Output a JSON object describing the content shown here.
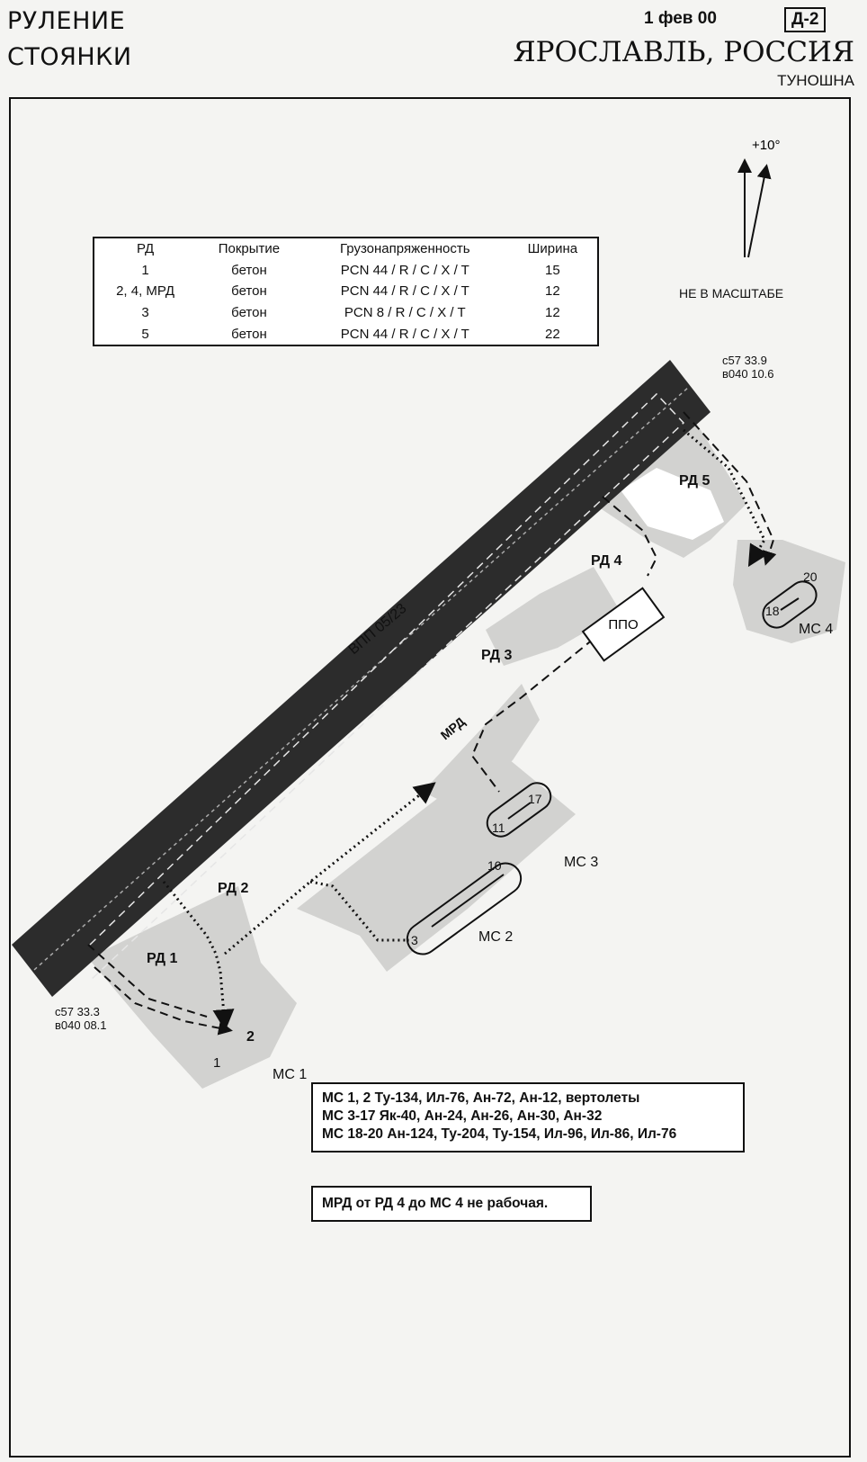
{
  "header": {
    "title_line1": "РУЛЕНИЕ",
    "title_line2": "СТОЯНКИ",
    "date": "1 фев 00",
    "chart_code": "Д-2",
    "city": "ЯРОСЛАВЛЬ, РОССИЯ",
    "airport": "ТУНОШНА"
  },
  "table": {
    "headers": [
      "РД",
      "Покрытие",
      "Грузонапряженность",
      "Ширина"
    ],
    "rows": [
      [
        "1",
        "бетон",
        "PCN 44 / R / C / X / T",
        "15"
      ],
      [
        "2, 4, МРД",
        "бетон",
        "PCN 44 / R / C / X / T",
        "12"
      ],
      [
        "3",
        "бетон",
        "PCN 8 / R / C / X / T",
        "12"
      ],
      [
        "5",
        "бетон",
        "PCN 44 / R / C / X / T",
        "22"
      ]
    ]
  },
  "north": {
    "variation": "+10°"
  },
  "scale_note": "НЕ В МАСШТАБЕ",
  "coords": {
    "ne_lat": "с57 33.9",
    "ne_lon": "в040 10.6",
    "sw_lat": "с57 33.3",
    "sw_lon": "в040 08.1"
  },
  "map": {
    "runway": "ВПП 05/23",
    "taxiways": [
      "РД 1",
      "РД 2",
      "РД 3",
      "РД 4",
      "РД 5",
      "МРД"
    ],
    "ppo": "ППО",
    "aprons": [
      "МС 1",
      "МС 2",
      "МС 3",
      "МС 4"
    ],
    "stands": [
      "1",
      "2",
      "3",
      "10",
      "11",
      "17",
      "18",
      "20"
    ]
  },
  "aircraft": [
    "МС 1, 2  Ту-134, Ил-76, Ан-72, Ан-12, вертолеты",
    "МС 3-17  Як-40, Ан-24, Ан-26, Ан-30, Ан-32",
    "МС 18-20  Ан-124, Ту-204, Ту-154, Ил-96, Ил-86, Ил-76"
  ],
  "note": "МРД от РД 4 до МС 4 не рабочая."
}
